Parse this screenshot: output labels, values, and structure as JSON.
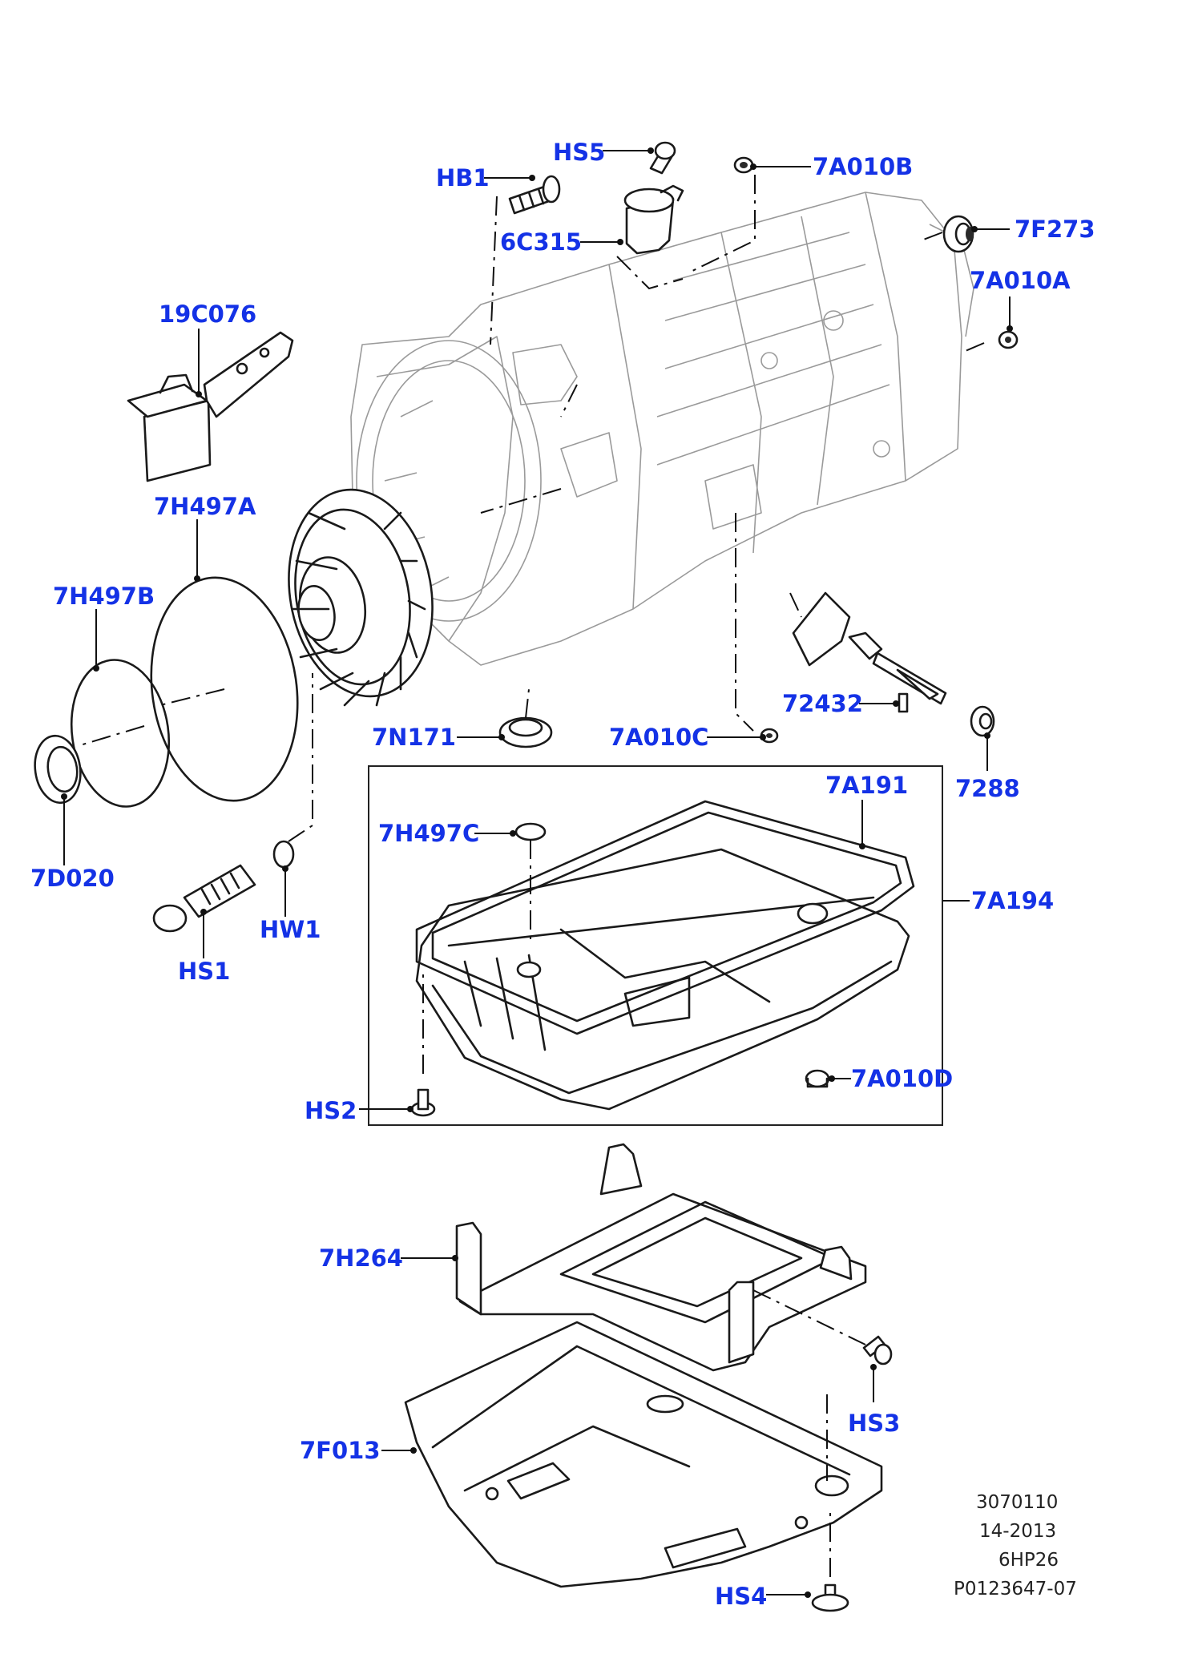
{
  "labels": {
    "HB1": "HB1",
    "HS5": "HS5",
    "6C315": "6C315",
    "7A010B": "7A010B",
    "7F273": "7F273",
    "7A010A": "7A010A",
    "19C076": "19C076",
    "7H497A": "7H497A",
    "7H497B": "7H497B",
    "7D020": "7D020",
    "HW1": "HW1",
    "HS1": "HS1",
    "7N171": "7N171",
    "7A010C": "7A010C",
    "72432": "72432",
    "7288": "7288",
    "7A191": "7A191",
    "7H497C": "7H497C",
    "7A194": "7A194",
    "7A010D": "7A010D",
    "HS2": "HS2",
    "7H264": "7H264",
    "HS3": "HS3",
    "7F013": "7F013",
    "HS4": "HS4"
  },
  "info_block": {
    "line1": "3070110",
    "line2": "14-2013",
    "line3": "6HP26",
    "line4": "P0123647-07"
  },
  "colors": {
    "callout_text": "#1432e6",
    "line_art": "#1a1a1a",
    "ghost_art": "#9a9a9a",
    "background": "#ffffff"
  }
}
